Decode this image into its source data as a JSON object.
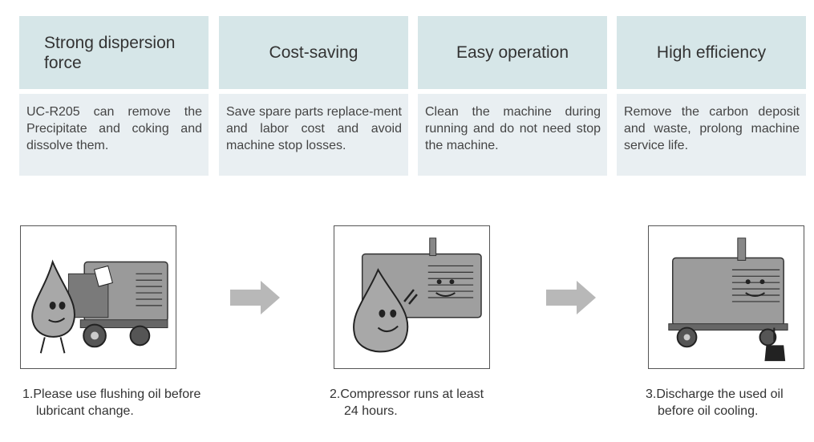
{
  "features": [
    {
      "title": "Strong dispersion force",
      "desc": "UC-R205 can remove the Precipitate and coking and dissolve them."
    },
    {
      "title": "Cost-saving",
      "desc": "Save spare parts replace-ment and labor cost and avoid machine stop losses."
    },
    {
      "title": "Easy operation",
      "desc": "Clean the machine during running and do not need stop the machine."
    },
    {
      "title": "High efficiency",
      "desc": "Remove the carbon deposit and waste, prolong machine service life."
    }
  ],
  "steps": [
    {
      "line1": "1.Please use flushing oil before",
      "line2": "lubricant change."
    },
    {
      "line1": "2.Compressor runs at least",
      "line2": "24 hours."
    },
    {
      "line1": "3.Discharge the used oil",
      "line2": "before oil cooling."
    }
  ],
  "colors": {
    "header_bg": "#d6e6e8",
    "body_bg": "#e9eff2",
    "arrow": "#b8b8b8"
  },
  "icons": [
    "oil-drop-mascot-with-compressor-icon",
    "oil-drop-mascot-victory-icon",
    "compressor-draining-oil-icon",
    "right-arrow-icon"
  ]
}
